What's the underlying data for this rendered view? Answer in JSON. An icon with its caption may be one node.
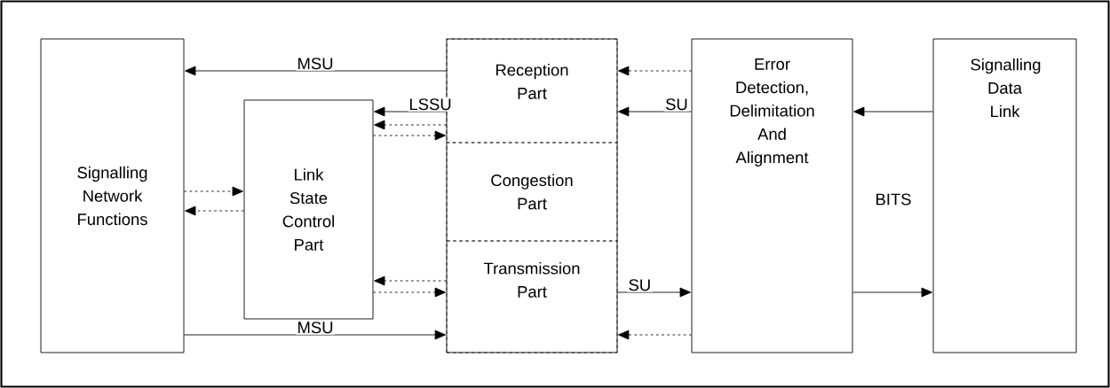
{
  "diagram": {
    "nodes": [
      {
        "text": [
          "Signalling Network Functions"
        ]
      },
      {
        "text": [
          "Link State Control Part"
        ]
      },
      {
        "text": [],
        "shape": "box"
      },
      {
        "text": [
          "Reception Part"
        ],
        "in": 2
      },
      {
        "text": [
          "Congestion Part"
        ],
        "in": 2
      },
      {
        "text": [
          "Transmission Part"
        ],
        "in": 2
      },
      {
        "text": [
          "Error Detection, Delimitation And Alignment"
        ]
      },
      {
        "text": [
          "Signalling Data Link"
        ]
      }
    ],
    "edges": [
      {
        "from": 3,
        "to": 0,
        "arrow": "to",
        "label": "MSU"
      },
      {
        "from": 3,
        "to": 1,
        "arrow": "to",
        "label": "LSSU"
      },
      {
        "from": 3,
        "to": 1,
        "arrow": "to",
        "style": "dashed"
      },
      {
        "from": 1,
        "to": 3,
        "arrow": "to",
        "style": "dashed"
      },
      {
        "from": 0,
        "to": 1,
        "arrow": "to",
        "style": "dashed"
      },
      {
        "from": 1,
        "to": 0,
        "arrow": "to",
        "style": "dashed"
      },
      {
        "from": 5,
        "to": 1,
        "arrow": "to",
        "style": "dashed"
      },
      {
        "from": 1,
        "to": 5,
        "arrow": "to",
        "style": "dashed"
      },
      {
        "from": 0,
        "to": 5,
        "arrow": "to",
        "label": "MSU"
      },
      {
        "from": 6,
        "to": 3,
        "arrow": "to",
        "style": "dashed"
      },
      {
        "from": 6,
        "to": 3,
        "arrow": "to",
        "label": "SU"
      },
      {
        "from": 5,
        "to": 6,
        "arrow": "to",
        "label": "SU"
      },
      {
        "from": 6,
        "to": 5,
        "arrow": "to",
        "style": "dashed"
      },
      {
        "from": 7,
        "to": 6,
        "arrow": "to"
      },
      {
        "from": 6,
        "to": 7,
        "arrow": "to"
      }
    ],
    "labels": [
      "BITS"
    ]
  }
}
